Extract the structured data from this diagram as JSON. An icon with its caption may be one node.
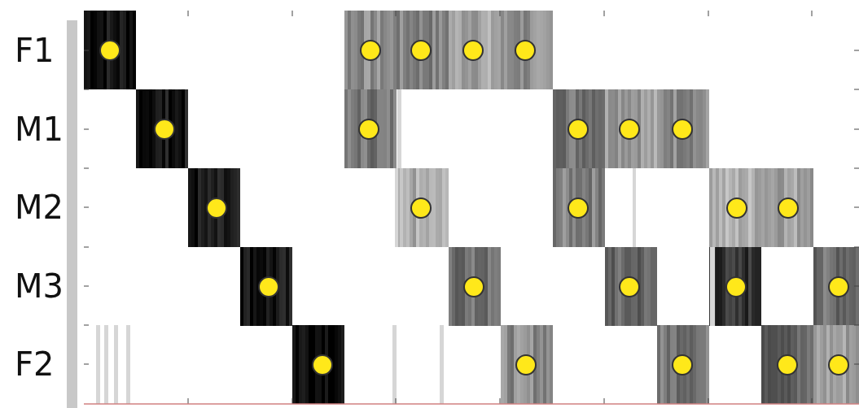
{
  "diagram": {
    "labels": [
      "F1",
      "M1",
      "M2",
      "M3",
      "F2"
    ]
  }
}
